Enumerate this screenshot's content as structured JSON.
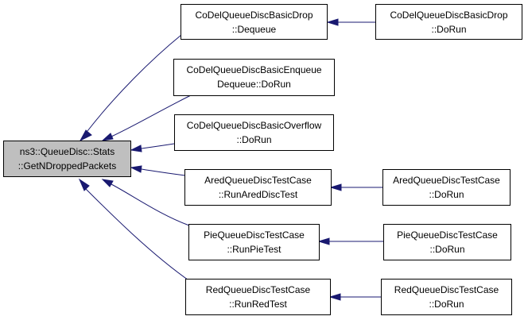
{
  "nodes": {
    "root": {
      "line1": "ns3::QueueDisc::Stats",
      "line2": "::GetNDroppedPackets",
      "focus": true
    },
    "basicDrop": {
      "line1": "CoDelQueueDiscBasicDrop",
      "line2": "::Dequeue"
    },
    "basicDropRun": {
      "line1": "CoDelQueueDiscBasicDrop",
      "line2": "::DoRun"
    },
    "basicEnqueue": {
      "line1": "CoDelQueueDiscBasicEnqueue",
      "line2": "Dequeue::DoRun"
    },
    "basicOverflow": {
      "line1": "CoDelQueueDiscBasicOverflow",
      "line2": "::DoRun"
    },
    "aredTest": {
      "line1": "AredQueueDiscTestCase",
      "line2": "::RunAredDiscTest"
    },
    "aredRun": {
      "line1": "AredQueueDiscTestCase",
      "line2": "::DoRun"
    },
    "pieTest": {
      "line1": "PieQueueDiscTestCase",
      "line2": "::RunPieTest"
    },
    "pieRun": {
      "line1": "PieQueueDiscTestCase",
      "line2": "::DoRun"
    },
    "redTest": {
      "line1": "RedQueueDiscTestCase",
      "line2": "::RunRedTest"
    },
    "redRun": {
      "line1": "RedQueueDiscTestCase",
      "line2": "::DoRun"
    }
  },
  "colors": {
    "edge": "#191970",
    "focus_fill": "#bfbfbf",
    "node_fill": "#ffffff",
    "border": "#000000"
  }
}
